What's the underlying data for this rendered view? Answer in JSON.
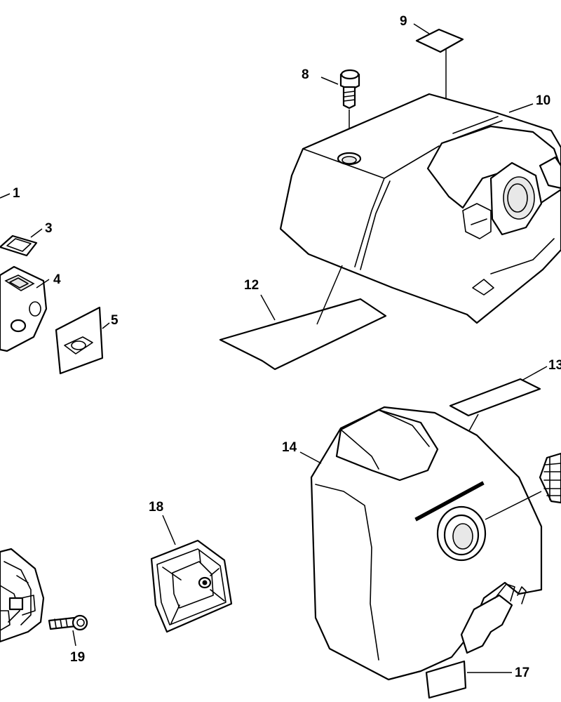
{
  "callouts": {
    "c1": "1",
    "c3": "3",
    "c4": "4",
    "c5": "5",
    "c8": "8",
    "c9": "9",
    "c10": "10",
    "c12": "12",
    "c13": "13",
    "c14": "14",
    "c17": "17",
    "c18": "18",
    "c19": "19"
  }
}
